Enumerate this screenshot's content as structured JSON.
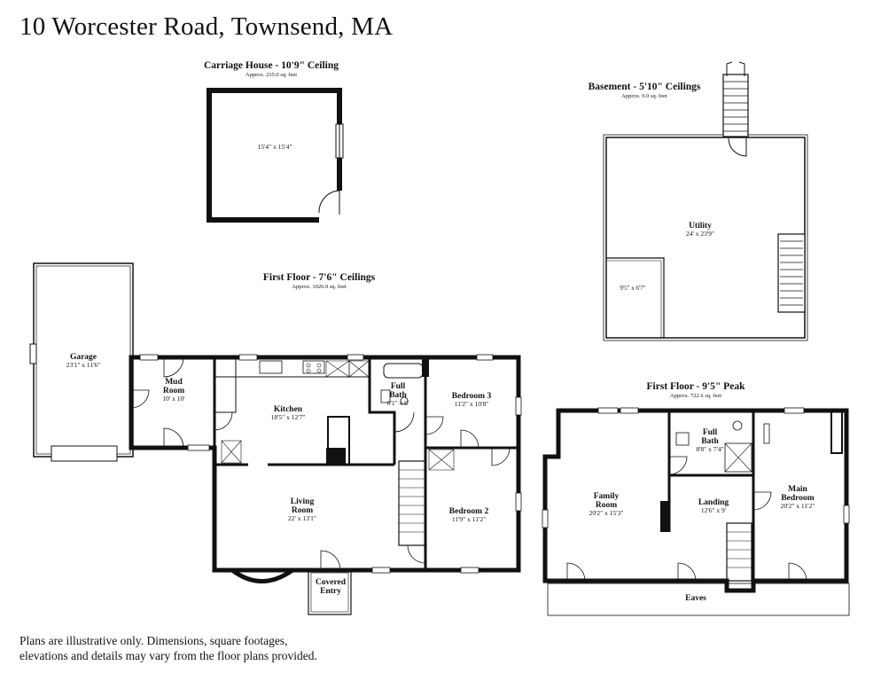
{
  "address": "10 Worcester Road, Townsend, MA",
  "disclaimer": "Plans are illustrative only. Dimensions, square footages, elevations and details may vary from the floor plans provided.",
  "carriage_house": {
    "title": "Carriage House - 10'9\" Ceiling",
    "area": "Approx. 235.0 sq. feet",
    "room_dims": "15'4\" x 15'4\""
  },
  "basement": {
    "title": "Basement - 5'10\" Ceilings",
    "area": "Approx. 0.0 sq. feet",
    "utility_name": "Utility",
    "utility_dims": "24' x 23'9\"",
    "small_dims": "9'5\" x 6'7\""
  },
  "first_floor": {
    "title": "First Floor - 7'6\" Ceilings",
    "area": "Approx. 1026.9 sq. feet",
    "garage": {
      "name": "Garage",
      "dims": "23'1\" x 11'6\""
    },
    "mud_room": {
      "name1": "Mud",
      "name2": "Room",
      "dims": "10' x 10'"
    },
    "kitchen": {
      "name": "Kitchen",
      "dims": "18'5\" x 12'7\""
    },
    "full_bath": {
      "name1": "Full",
      "name2": "Bath",
      "dims": "6'1\" x 6'"
    },
    "bedroom3": {
      "name": "Bedroom 3",
      "dims": "11'2\" x 10'8\""
    },
    "living_room": {
      "name1": "Living",
      "name2": "Room",
      "dims": "22' x 13'1\""
    },
    "bedroom2": {
      "name": "Bedroom 2",
      "dims": "11'9\" x 11'2\""
    },
    "covered_entry": {
      "name1": "Covered",
      "name2": "Entry"
    }
  },
  "first_floor_peak": {
    "title": "First Floor - 9'5\" Peak",
    "area": "Approx. 722.6 sq. feet",
    "family_room": {
      "name1": "Family",
      "name2": "Room",
      "dims": "20'2\" x 15'3\""
    },
    "full_bath": {
      "name1": "Full",
      "name2": "Bath",
      "dims": "8'8\" x 7'4\""
    },
    "landing": {
      "name": "Landing",
      "dims": "12'6\" x 9'"
    },
    "main_bedroom": {
      "name1": "Main",
      "name2": "Bedroom",
      "dims": "20'2\" x 11'2\""
    },
    "eaves": "Eaves"
  }
}
